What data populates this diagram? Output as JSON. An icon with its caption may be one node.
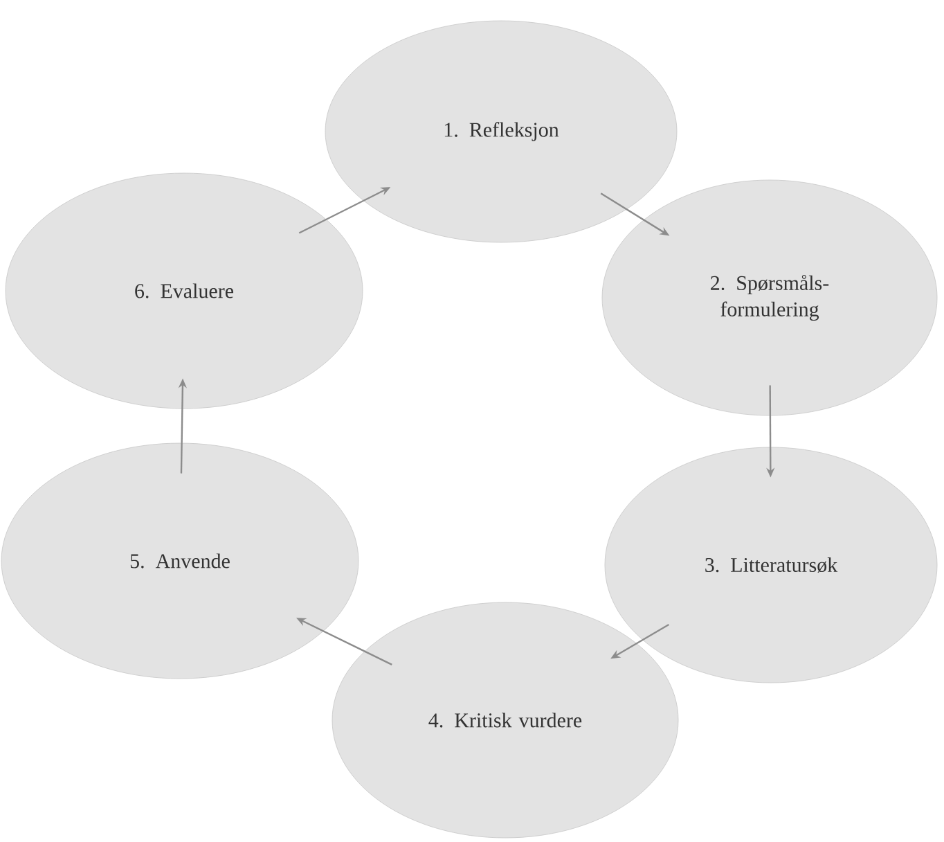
{
  "diagram": {
    "nodes": [
      {
        "text": [
          "1. Refleksjon"
        ]
      },
      {
        "text": [
          "2. Spørsmåls- formulering"
        ]
      },
      {
        "text": [
          "3. Litteratursøk"
        ]
      },
      {
        "text": [
          "4. Kritisk vurdere"
        ]
      },
      {
        "text": [
          "5. Anvende"
        ]
      },
      {
        "text": [
          "6. Evaluere"
        ]
      }
    ],
    "edges": [
      {
        "from": 0,
        "to": 1,
        "arrow": "to"
      },
      {
        "from": 1,
        "to": 2,
        "arrow": "to"
      },
      {
        "from": 2,
        "to": 3,
        "arrow": "to"
      },
      {
        "from": 3,
        "to": 4,
        "arrow": "to"
      },
      {
        "from": 4,
        "to": 5,
        "arrow": "to"
      },
      {
        "from": 5,
        "to": 0,
        "arrow": "to"
      }
    ]
  }
}
